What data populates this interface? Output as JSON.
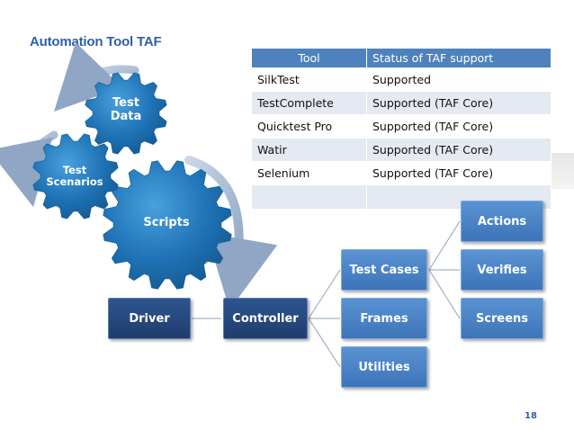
{
  "slide": {
    "title": "Automation Tool TAF",
    "page_number": "18"
  },
  "table": {
    "headers": [
      "Tool",
      "Status of TAF support"
    ],
    "rows": [
      [
        "SilkTest",
        "Supported"
      ],
      [
        "TestComplete",
        "Supported (TAF Core)"
      ],
      [
        "Quicktest Pro",
        "Supported (TAF Core)"
      ],
      [
        "Watir",
        "Supported (TAF Core)"
      ],
      [
        "Selenium",
        "Supported (TAF Core)"
      ],
      [
        "",
        ""
      ]
    ]
  },
  "gears": {
    "test_data": [
      "Test",
      "Data"
    ],
    "test_scenarios": [
      "Test",
      "Scenarios"
    ],
    "scripts": "Scripts"
  },
  "tree": {
    "driver": "Driver",
    "controller": "Controller",
    "test_cases": "Test Cases",
    "frames": "Frames",
    "utilities": "Utilities",
    "actions": "Actions",
    "verifies": "Verifies",
    "screens": "Screens"
  },
  "colors": {
    "accent": "#2f5fa6",
    "table_header": "#4f81bd",
    "table_band": "#e4e9f2",
    "box_light": "#4a84c8",
    "box_dark": "#264a80",
    "gear_blue": "#1f73b6"
  }
}
